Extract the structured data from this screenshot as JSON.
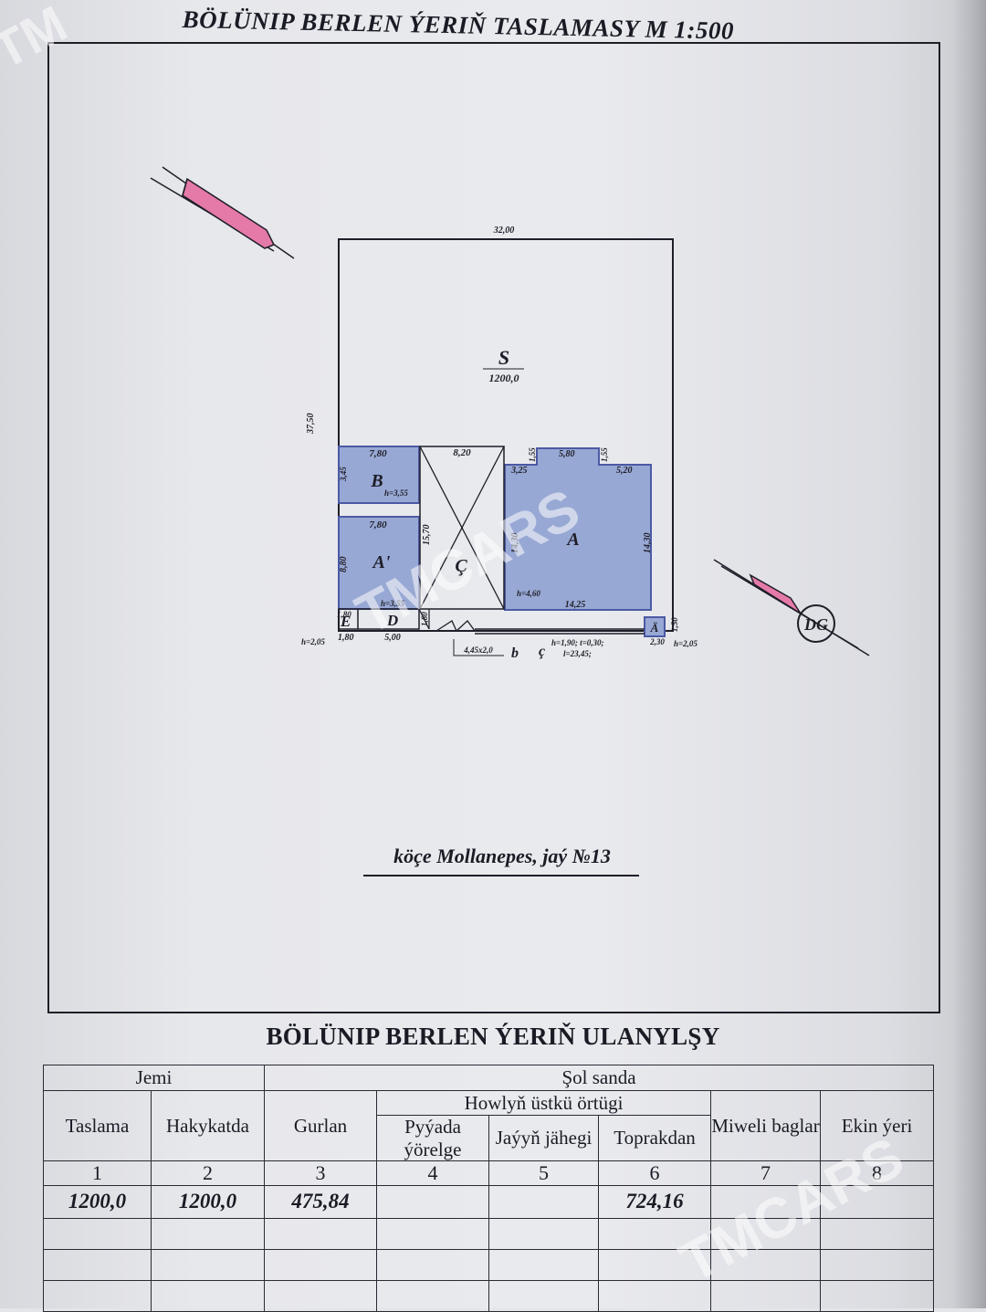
{
  "document": {
    "title": "BÖLÜNIP BERLEN ÝERIŇ TASLAMASY  M 1:500",
    "street_label": "köçe Mollanepes, jaý №13",
    "table_title": "BÖLÜNIP BERLEN ÝERIŇ ULANYLŞY"
  },
  "plan": {
    "parcel": {
      "letter": "S",
      "area": "1200,0",
      "width": "32,00",
      "depth": "37,50"
    },
    "building_A": {
      "letter": "A",
      "dims": [
        "3,25",
        "5,80",
        "5,20",
        "1,55",
        "1,55",
        "14,30",
        "14,30",
        "14,25"
      ],
      "height": "h=4,60"
    },
    "building_B": {
      "letter": "B",
      "width": "7,80",
      "side": "3,45",
      "height": "h=3,55"
    },
    "building_A1": {
      "letter": "A'",
      "width": "7,80",
      "side": "8,80",
      "height": "h=3,55"
    },
    "courtyard": {
      "letter": "Ç",
      "width": "8,20",
      "length": "15,70"
    },
    "annex_D": {
      "letter": "D",
      "width": "5,00",
      "side": "1,80"
    },
    "annex_E": {
      "letter": "E",
      "width": "1,80",
      "side": "1,80",
      "height": "h=2,05"
    },
    "annex_A2": {
      "letter": "Ä",
      "width": "2,30",
      "side": "1,50",
      "height": "h=2,05"
    },
    "gate": {
      "size": "4,45x2,0",
      "letter": "b"
    },
    "fence": {
      "letter": "ç",
      "spec1": "h=1,90; t=0,30;",
      "spec2": "l=23,45;"
    },
    "compass": "DG"
  },
  "table": {
    "head_total": "Jemi",
    "head_among": "Şol sanda",
    "head_cover": "Howlyň üstkü örtügi",
    "columns": [
      "Taslama",
      "Hakykatda",
      "Gurlan",
      "Pyýada ýörelge",
      "Jaýyň jähegi",
      "Toprakdan",
      "Miweli baglar",
      "Ekin ýeri"
    ],
    "numbers": [
      "1",
      "2",
      "3",
      "4",
      "5",
      "6",
      "7",
      "8"
    ],
    "values": [
      "1200,0",
      "1200,0",
      "475,84",
      "",
      "",
      "724,16",
      "",
      ""
    ]
  },
  "watermarks": [
    "TM",
    "TMCARS",
    "TMCARS"
  ],
  "colors": {
    "building_fill": "#98a8d4",
    "building_stroke": "#4b5aa4",
    "arrow_fill": "#e57aa8",
    "ink": "#1e1e28"
  }
}
